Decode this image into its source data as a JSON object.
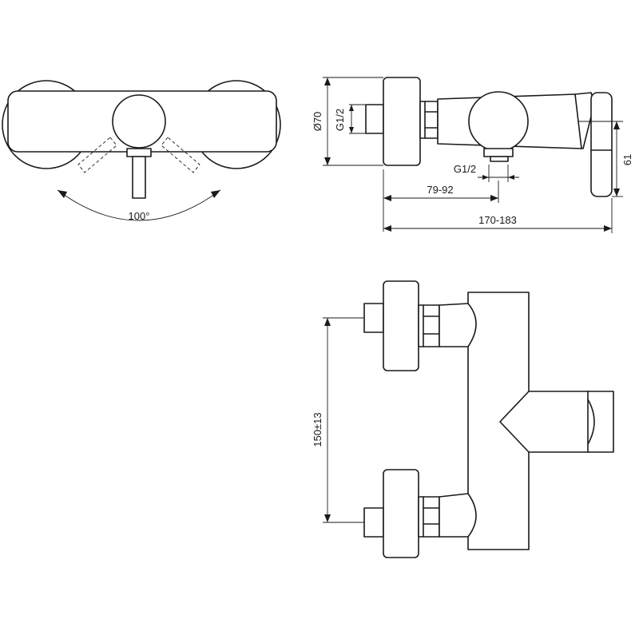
{
  "dimensions": {
    "angle": "100°",
    "diameter": "Ø70",
    "inlet_thread": "G1/2",
    "outlet_thread": "G1/2",
    "outlet_distance": "79-92",
    "total_depth": "170-183",
    "handle_height": "61",
    "centre_distance": "150±13"
  }
}
